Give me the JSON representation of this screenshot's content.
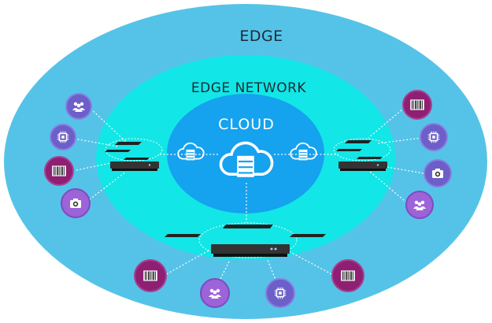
{
  "rings": {
    "edge": "EDGE",
    "edge_network": "EDGE NETWORK",
    "cloud": "CLOUD"
  },
  "colors": {
    "edge_ring": "#55c3e8",
    "edge_network_ring": "#12e6e6",
    "cloud_core": "#15a2ee",
    "device_purple": "#6d5fc9",
    "device_magenta": "#8f1f73",
    "device_violet": "#9d63d8"
  },
  "device_icons": [
    "people-group-icon",
    "chip-icon",
    "barcode-icon",
    "camera-icon"
  ],
  "infrastructure_icons": [
    "cloud-server-icon",
    "network-switch-icon",
    "router-icon"
  ]
}
